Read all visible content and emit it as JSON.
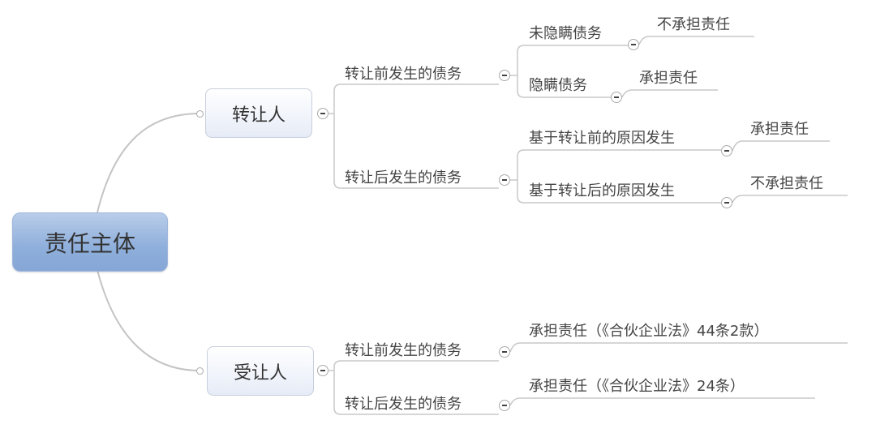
{
  "root": "责任主体",
  "branches": [
    {
      "label": "转让人",
      "children": [
        {
          "label": "转让前发生的债务",
          "children": [
            {
              "label": "未隐瞒债务",
              "result": "不承担责任"
            },
            {
              "label": "隐瞒债务",
              "result": "承担责任"
            }
          ]
        },
        {
          "label": "转让后发生的债务",
          "children": [
            {
              "label": "基于转让前的原因发生",
              "result": "承担责任"
            },
            {
              "label": "基于转让后的原因发生",
              "result": "不承担责任"
            }
          ]
        }
      ]
    },
    {
      "label": "受让人",
      "children": [
        {
          "label": "转让前发生的债务",
          "result": "承担责任（《合伙企业法》44条2款）"
        },
        {
          "label": "转让后发生的债务",
          "result": "承担责任（《合伙企业法》24条）"
        }
      ]
    }
  ]
}
